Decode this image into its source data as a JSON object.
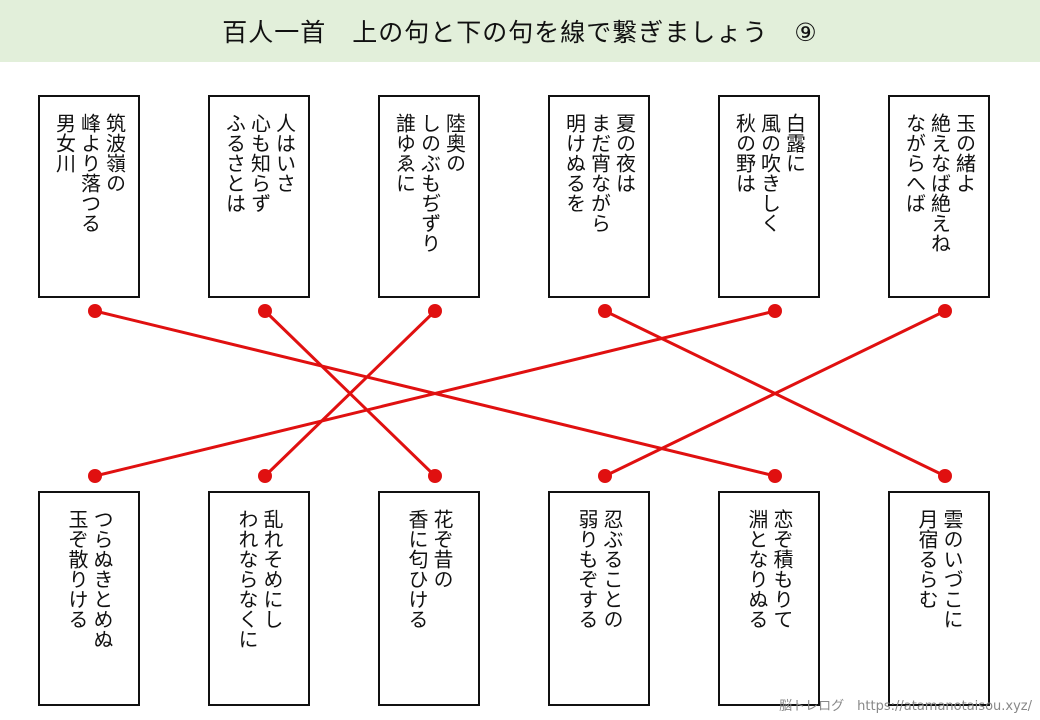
{
  "title": "百人一首　上の句と下の句を線で繋ぎましょう　⑨",
  "top_cards": [
    {
      "lines": [
        "筑波嶺の",
        "峰より落つる",
        "男女川"
      ]
    },
    {
      "lines": [
        "人はいさ",
        "心も知らず",
        "ふるさとは"
      ]
    },
    {
      "lines": [
        "陸奥の",
        "しのぶもぢずり",
        "誰ゆゑに"
      ]
    },
    {
      "lines": [
        "夏の夜は",
        "まだ宵ながら",
        "明けぬるを"
      ]
    },
    {
      "lines": [
        "白露に",
        "風の吹きしく",
        "秋の野は"
      ]
    },
    {
      "lines": [
        "玉の緒よ",
        "絶えなば絶えね",
        "ながらへば"
      ]
    }
  ],
  "bottom_cards": [
    {
      "lines": [
        "つらぬきとめぬ",
        "玉ぞ散りける"
      ]
    },
    {
      "lines": [
        "乱れそめにし",
        "われならなくに"
      ]
    },
    {
      "lines": [
        "花ぞ昔の",
        "香に匂ひける"
      ]
    },
    {
      "lines": [
        "忍ぶることの",
        "弱りもぞする"
      ]
    },
    {
      "lines": [
        "恋ぞ積もりて",
        "淵となりぬる"
      ]
    },
    {
      "lines": [
        "雲のいづこに",
        "月宿るらむ"
      ]
    }
  ],
  "connections": [
    [
      0,
      4
    ],
    [
      1,
      2
    ],
    [
      2,
      1
    ],
    [
      3,
      5
    ],
    [
      4,
      0
    ],
    [
      5,
      3
    ]
  ],
  "line_color": "#e01010",
  "footer": "脳トレログ　https://atamanotaisou.xyz/"
}
